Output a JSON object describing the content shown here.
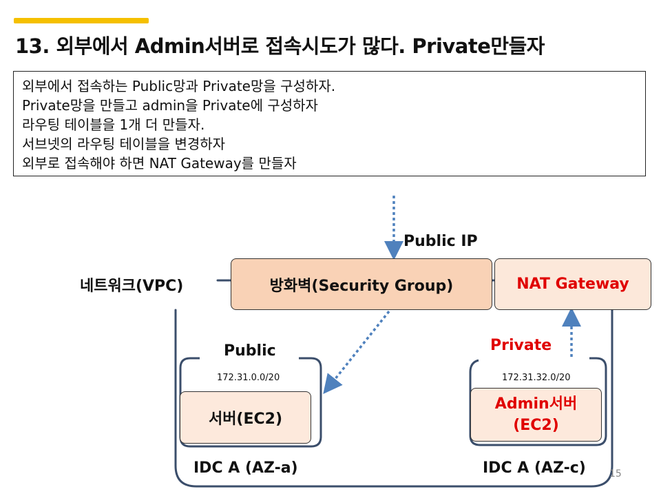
{
  "slide": {
    "title": "13. 외부에서 Admin서버로 접속시도가 많다. Private만들자",
    "page_number": "15",
    "accent_color": "#f5c000"
  },
  "notes": [
    "외부에서 접속하는 Public망과 Private망을 구성하자.",
    "Private망을 만들고 admin을 Private에 구성하자",
    "라우팅 테이블을 1개 더 만들자.",
    "서브넷의 라우팅 테이블을 변경하자",
    "외부로 접속해야 하면 NAT Gateway를 만들자"
  ],
  "diagram": {
    "public_ip_label": "Public IP",
    "vpc_label": "네트워크(VPC)",
    "security_group_label": "방화벽(Security Group)",
    "nat_gateway_label": "NAT Gateway",
    "public_subnet": {
      "label": "Public",
      "cidr": "172.31.0.0/20",
      "server_label": "서버(EC2)",
      "az_label": "IDC A (AZ-a)"
    },
    "private_subnet": {
      "label": "Private",
      "cidr": "172.31.32.0/20",
      "server_label_line1": "Admin서버",
      "server_label_line2": "(EC2)",
      "az_label": "IDC A (AZ-c)"
    },
    "colors": {
      "highlight_red": "#e00000",
      "arrow_blue": "#4f81bd",
      "vpc_outline": "#3b4e6b",
      "security_group_fill": "#f9d2b6",
      "box_fill_light": "#fde9dc"
    }
  }
}
